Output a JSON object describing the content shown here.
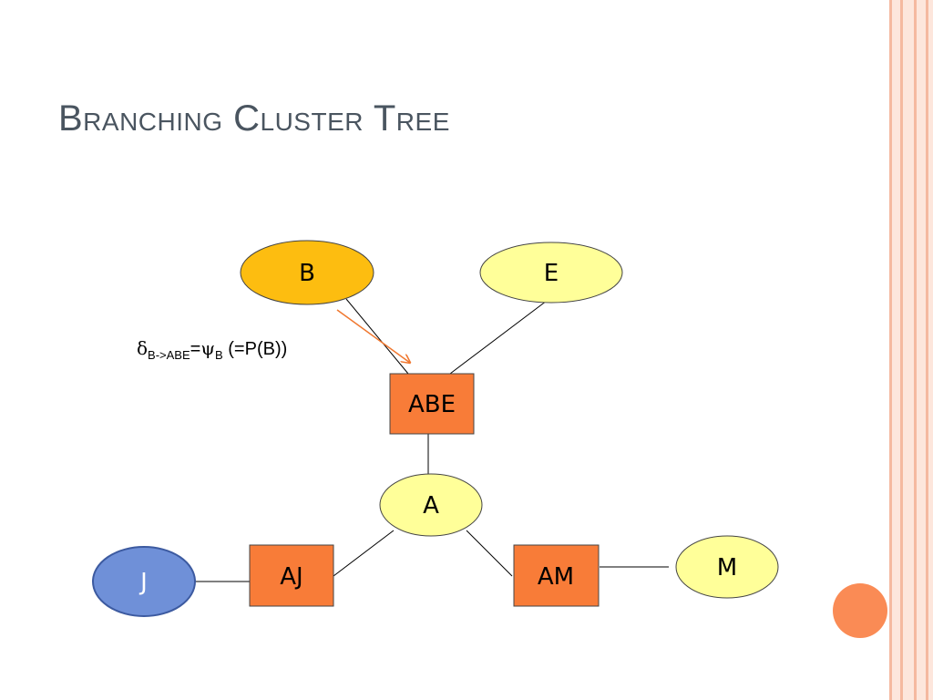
{
  "slide": {
    "title": "Branching Cluster Tree",
    "colors": {
      "title": "#4a5560",
      "border_light": "#fde6dc",
      "border_line": "#f5b9a0",
      "decoration_circle": "#fa8b55",
      "arrow": "#f07830"
    }
  },
  "diagram": {
    "nodes": [
      {
        "id": "B",
        "label": "B",
        "shape": "ellipse",
        "fill": "#fdbd10"
      },
      {
        "id": "E",
        "label": "E",
        "shape": "ellipse",
        "fill": "#ffff99"
      },
      {
        "id": "ABE",
        "label": "ABE",
        "shape": "rectangle",
        "fill": "#f87c38"
      },
      {
        "id": "A",
        "label": "A",
        "shape": "ellipse",
        "fill": "#ffff99"
      },
      {
        "id": "AJ",
        "label": "AJ",
        "shape": "rectangle",
        "fill": "#f87c38"
      },
      {
        "id": "AM",
        "label": "AM",
        "shape": "rectangle",
        "fill": "#f87c38"
      },
      {
        "id": "J",
        "label": "J",
        "shape": "ellipse",
        "fill": "#6f90d8"
      },
      {
        "id": "M",
        "label": "M",
        "shape": "ellipse",
        "fill": "#ffff99"
      }
    ],
    "edges": [
      [
        "B",
        "ABE"
      ],
      [
        "E",
        "ABE"
      ],
      [
        "ABE",
        "A"
      ],
      [
        "A",
        "AJ"
      ],
      [
        "A",
        "AM"
      ],
      [
        "J",
        "AJ"
      ],
      [
        "AM",
        "M"
      ]
    ],
    "message_arrow": {
      "from": "B",
      "to": "ABE"
    },
    "formula": {
      "delta": "δ",
      "delta_sub": "B->ABE",
      "equals": "=",
      "psi": "ψ",
      "psi_sub": "B",
      "tail": " (=P(B))"
    }
  }
}
